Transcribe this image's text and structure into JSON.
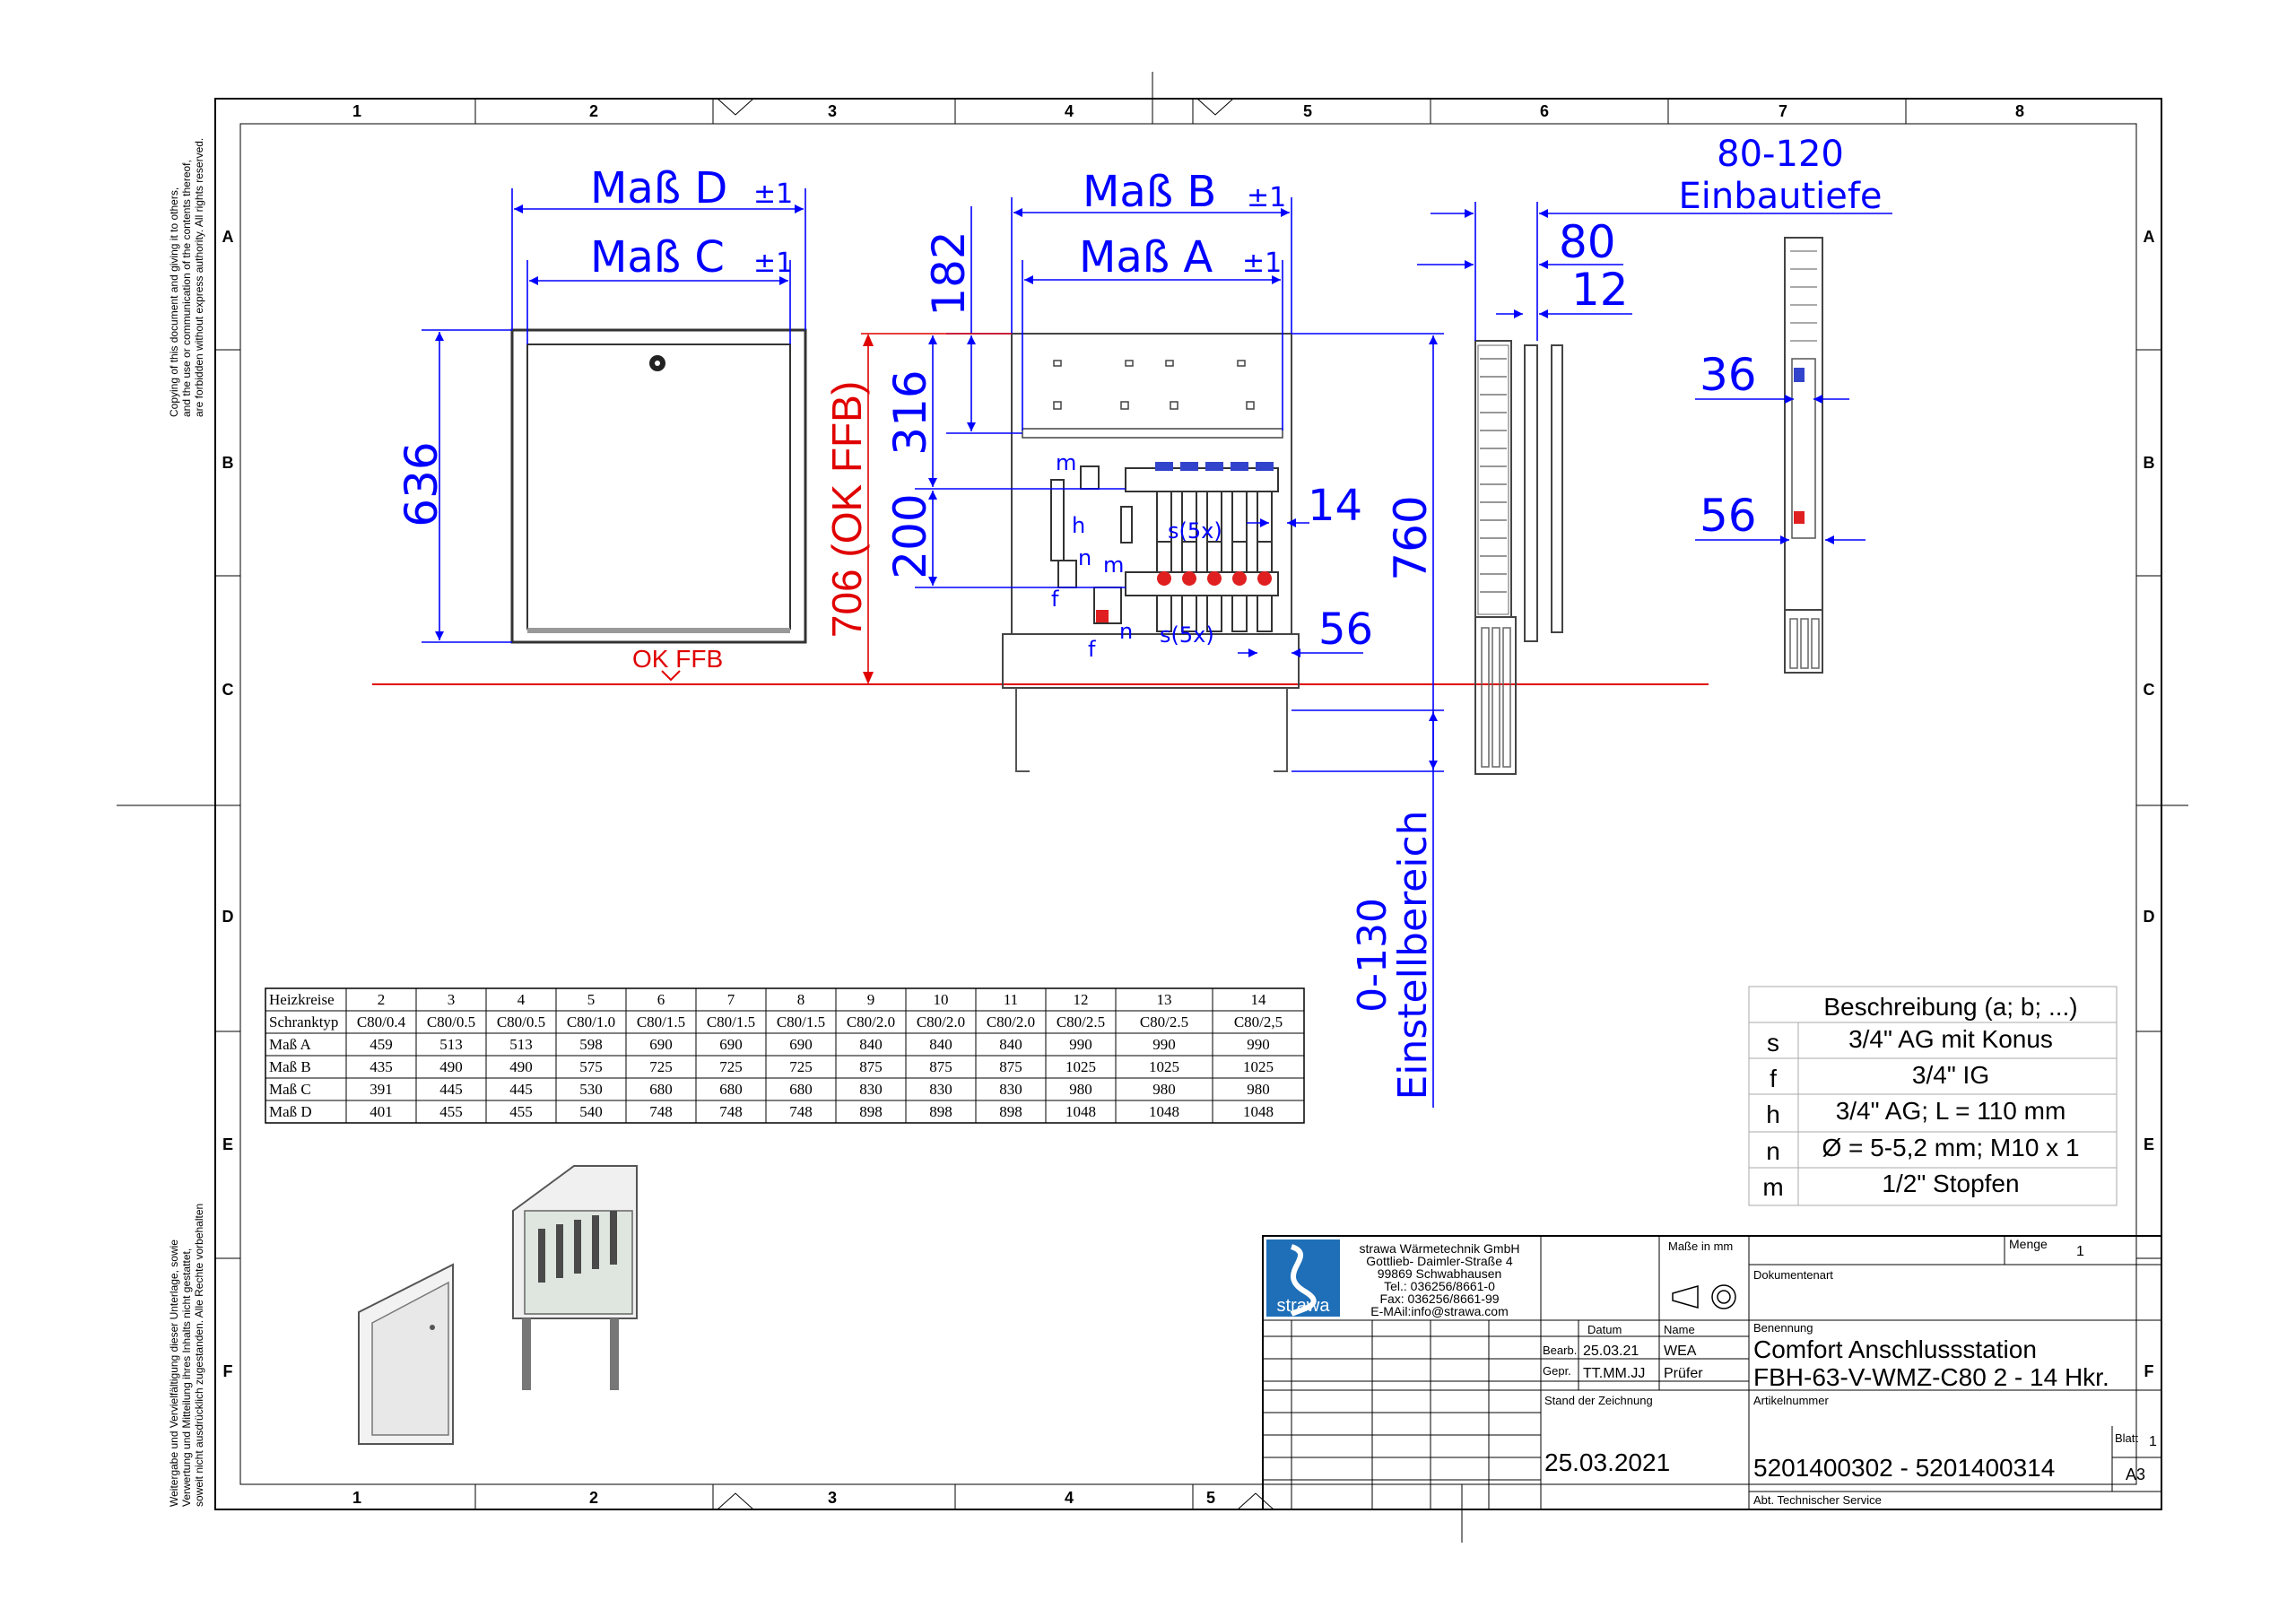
{
  "copyright_notice": [
    "Copying of this document and giving it to others,",
    "and the use or communication of the contents thereof,",
    "are forbidden without express authority. All rights reserved."
  ],
  "legal_notice_de": [
    "Weitergabe und Vervielfältigung dieser Unterlage, sowie",
    "Verwertung und Mitteilung ihres Inhalts nicht gestattet,",
    "soweit nicht ausdrücklich zugestanden. Alle Rechte vorbehalten"
  ],
  "grid": {
    "columns": [
      "1",
      "2",
      "3",
      "4",
      "5",
      "6",
      "7",
      "8"
    ],
    "bottom_columns": [
      "1",
      "2",
      "3",
      "4",
      "5"
    ],
    "rows": [
      "A",
      "B",
      "C",
      "D",
      "E",
      "F"
    ]
  },
  "dimensions": {
    "mass_d": "Maß D",
    "mass_c": "Maß C",
    "mass_b": "Maß B",
    "mass_a": "Maß A",
    "tol": "±1",
    "d636": "636",
    "d182": "182",
    "d316": "316",
    "d200": "200",
    "d706": "706 (OK FFB)",
    "d14": "14",
    "d56": "56",
    "d760": "760",
    "d80": "80",
    "d12": "12",
    "d80_120": "80-120",
    "einbautiefe": "Einbautiefe",
    "d36": "36",
    "d56b": "56",
    "einstell_range": "0-130",
    "einstell_label": "Einstellbereich",
    "ok_ffb": "OK FFB"
  },
  "callouts": {
    "m1": "m",
    "h": "h",
    "n1": "n",
    "f1": "f",
    "s5x_1": "s(5x)",
    "m2": "m",
    "n2": "n",
    "s5x_2": "s(5x)",
    "f2": "f"
  },
  "table": {
    "headers": [
      "Heizkreise",
      "2",
      "3",
      "4",
      "5",
      "6",
      "7",
      "8",
      "9",
      "10",
      "11",
      "12",
      "13",
      "14"
    ],
    "rows": [
      [
        "Schranktyp",
        "C80/0.4",
        "C80/0.5",
        "C80/0.5",
        "C80/1.0",
        "C80/1.5",
        "C80/1.5",
        "C80/1.5",
        "C80/2.0",
        "C80/2.0",
        "C80/2.0",
        "C80/2.5",
        "C80/2.5",
        "C80/2,5"
      ],
      [
        "Maß A",
        "459",
        "513",
        "513",
        "598",
        "690",
        "690",
        "690",
        "840",
        "840",
        "840",
        "990",
        "990",
        "990"
      ],
      [
        "Maß B",
        "435",
        "490",
        "490",
        "575",
        "725",
        "725",
        "725",
        "875",
        "875",
        "875",
        "1025",
        "1025",
        "1025"
      ],
      [
        "Maß C",
        "391",
        "445",
        "445",
        "530",
        "680",
        "680",
        "680",
        "830",
        "830",
        "830",
        "980",
        "980",
        "980"
      ],
      [
        "Maß D",
        "401",
        "455",
        "455",
        "540",
        "748",
        "748",
        "748",
        "898",
        "898",
        "898",
        "1048",
        "1048",
        "1048"
      ]
    ]
  },
  "description": {
    "title": "Beschreibung (a; b; ...)",
    "rows": [
      {
        "key": "s",
        "value": "3/4\" AG mit Konus"
      },
      {
        "key": "f",
        "value": "3/4\" IG"
      },
      {
        "key": "h",
        "value": "3/4\" AG; L = 110 mm"
      },
      {
        "key": "n",
        "value": "Ø = 5-5,2 mm; M10 x 1"
      },
      {
        "key": "m",
        "value": "1/2\" Stopfen"
      }
    ]
  },
  "title_block": {
    "company_lines": [
      "strawa Wärmetechnik GmbH",
      "Gottlieb- Daimler-Straße 4",
      "99869 Schwabhausen",
      "Tel.: 036256/8661-0",
      "Fax: 036256/8661-99",
      "E-MAil:info@strawa.com"
    ],
    "logo_text": "strawa",
    "masse_label": "Maße in mm",
    "menge_label": "Menge",
    "menge_value": "1",
    "dokumentenart_label": "Dokumentenart",
    "datum_label": "Datum",
    "name_label": "Name",
    "bearb_label": "Bearb.",
    "bearb_date": "25.03.21",
    "bearb_name": "WEA",
    "gepr_label": "Gepr.",
    "gepr_date": "TT.MM.JJ",
    "gepr_name": "Prüfer",
    "benennung_label": "Benennung",
    "benennung_1": "Comfort Anschlussstation",
    "benennung_2": "FBH-63-V-WMZ-C80  2 - 14 Hkr.",
    "stand_label": "Stand der Zeichnung",
    "stand_value": "25.03.2021",
    "artikel_label": "Artikelnummer",
    "artikel_value": "5201400302 - 5201400314",
    "blatt_label": "Blatt",
    "blatt_value": "1",
    "format_value": "A3",
    "abt_value": "Abt. Technischer Service"
  },
  "colors": {
    "dimension": "#0000ff",
    "reference_line": "#e00000",
    "logo": "#1e6fb8"
  }
}
